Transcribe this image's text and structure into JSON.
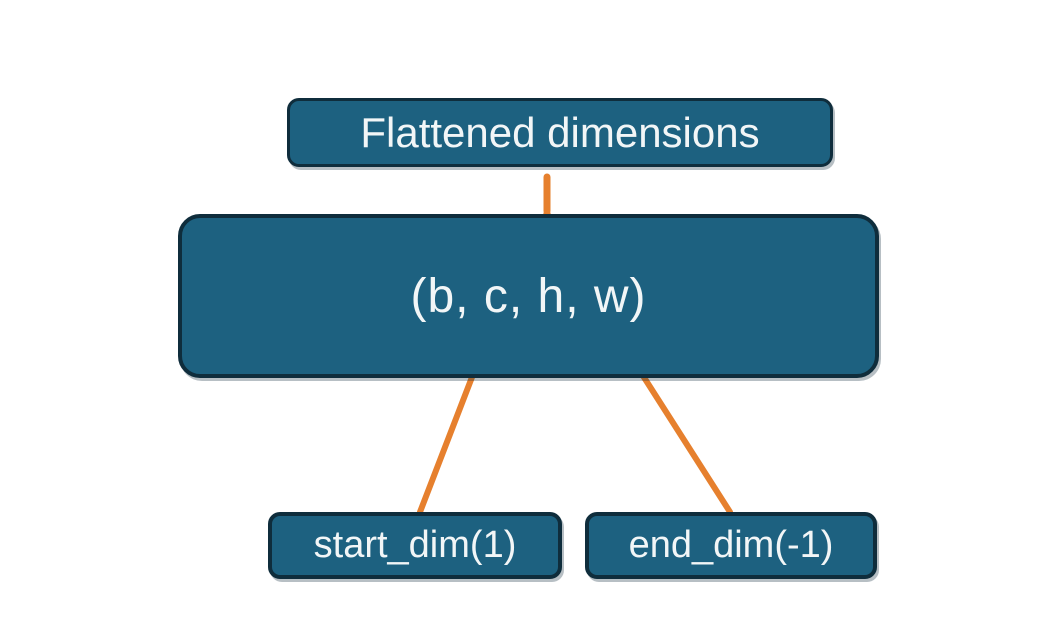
{
  "diagram": {
    "nodes": {
      "flattened": {
        "label": "Flattened dimensions"
      },
      "tensor": {
        "label": "(b, c, h, w)"
      },
      "start_dim": {
        "label": "start_dim(1)"
      },
      "end_dim": {
        "label": "end_dim(-1)"
      }
    },
    "edges": [
      {
        "from": "start_dim",
        "to": "tensor",
        "points_at": "c",
        "style": "orange-arrow"
      },
      {
        "from": "end_dim",
        "to": "tensor",
        "points_at": "w",
        "style": "orange-arrow"
      },
      {
        "from": "flattened",
        "to": "tensor",
        "spans": "c through w",
        "style": "orange-brace"
      }
    ],
    "colors": {
      "node_fill": "#1d6180",
      "node_border": "#0f2d3c",
      "accent_orange": "#e6802e",
      "node_text": "#f2f6f7",
      "background": "#ffffff"
    }
  }
}
